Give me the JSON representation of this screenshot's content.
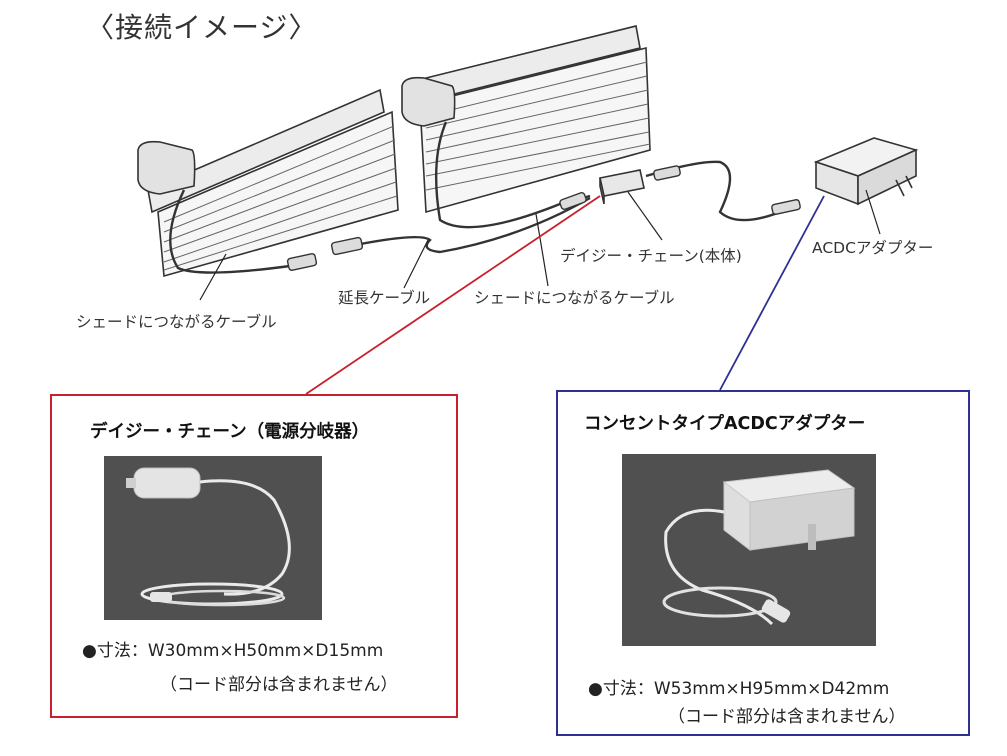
{
  "title": "〈接続イメージ〉",
  "labels": {
    "shade_cable_left": "シェードにつながるケーブル",
    "extension_cable": "延長ケーブル",
    "shade_cable_right": "シェードにつながるケーブル",
    "daisy_chain_body": "デイジー・チェーン(本体)",
    "acdc_adapter": "ACDCアダプター"
  },
  "colors": {
    "red_callout": "#c8202c",
    "blue_callout": "#2e3192"
  },
  "daisy_box": {
    "title": "デイジー・チェーン（電源分岐器）",
    "dimensions": "●寸法：W30mm×H50mm×D15mm",
    "note": "（コード部分は含まれません）"
  },
  "adapter_box": {
    "title": "コンセントタイプACDCアダプター",
    "dimensions": "●寸法：W53mm×H95mm×D42mm",
    "note": "（コード部分は含まれません）"
  }
}
